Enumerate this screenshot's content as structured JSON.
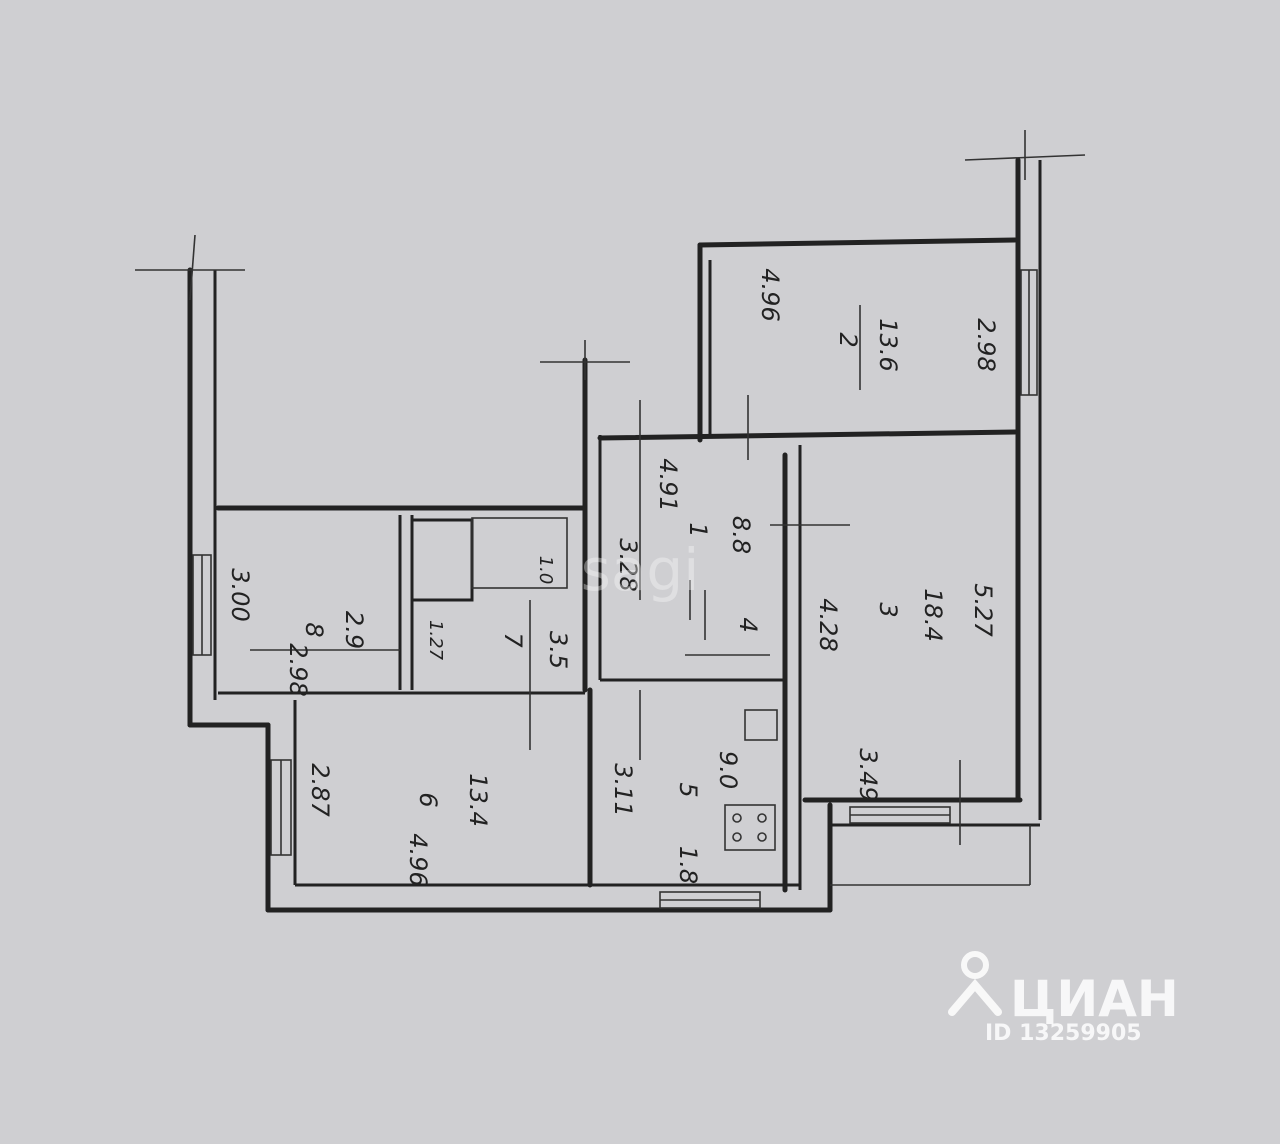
{
  "rooms": {
    "balcony_left": {
      "number": "8",
      "area": "2.9",
      "dim_a": "3.00",
      "dim_b": "2.98"
    },
    "bathroom": {
      "number": "7",
      "area": "3.5",
      "dim_a": "1.27"
    },
    "toilet": {
      "area": "1.0"
    },
    "room_6": {
      "number": "6",
      "area": "13.4",
      "dim_a": "2.87",
      "dim_b": "4.96"
    },
    "kitchen": {
      "number": "5",
      "area": "9.0",
      "dim_a": "3.11",
      "dim_b": "1.8"
    },
    "hall": {
      "number": "1",
      "area": "8.8",
      "dim_a": "3.28",
      "dim_b": "4.91"
    },
    "corridor": {
      "number": "4",
      "area": ""
    },
    "room_3": {
      "number": "3",
      "area": "18.4",
      "dim_a": "5.27",
      "dim_b": "4.28"
    },
    "room_2": {
      "number": "2",
      "area": "13.6",
      "dim_a": "2.98",
      "dim_b": "4.96"
    }
  },
  "extra_labels": {
    "bottom_right": "3.49"
  },
  "watermark": {
    "text": "sagi"
  },
  "logo": {
    "brand": "ЦИАН",
    "id_label": "ID 13259905",
    "color": "#ffffff"
  }
}
